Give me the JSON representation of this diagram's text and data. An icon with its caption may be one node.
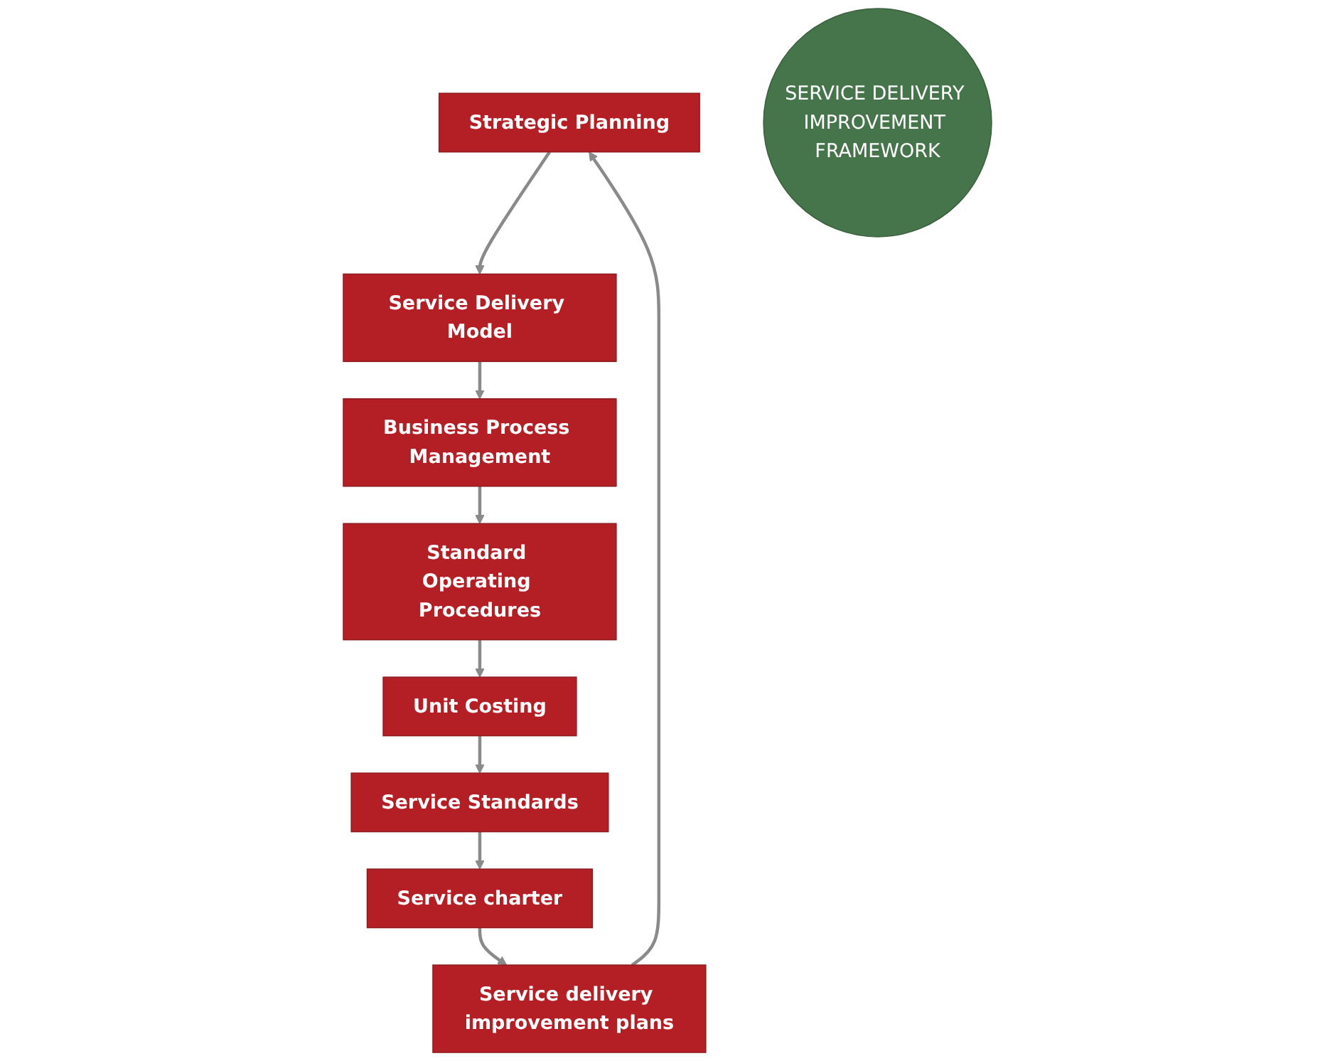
{
  "diagram": {
    "nodes": [
      {
        "text": [
          "Strategic Planning"
        ]
      },
      {
        "text": [
          "Service Delivery Model"
        ]
      },
      {
        "text": [
          "Business Process Management"
        ]
      },
      {
        "text": [
          "Standard Operating Procedures"
        ]
      },
      {
        "text": [
          "Unit Costing"
        ]
      },
      {
        "text": [
          "Service Standards"
        ]
      },
      {
        "text": [
          "Service charter"
        ]
      },
      {
        "text": [
          "Service delivery improvement plans"
        ]
      },
      {
        "text": [
          "SERVICE DELIVERY IMPROVEMENT FRAMEWORK"
        ]
      }
    ],
    "edges": [
      {
        "from": 0,
        "to": 1,
        "arrow": "to"
      },
      {
        "from": 1,
        "to": 2,
        "arrow": "to"
      },
      {
        "from": 2,
        "to": 3,
        "arrow": "to"
      },
      {
        "from": 3,
        "to": 4,
        "arrow": "to"
      },
      {
        "from": 4,
        "to": 5,
        "arrow": "to"
      },
      {
        "from": 5,
        "to": 6,
        "arrow": "to"
      },
      {
        "from": 6,
        "to": 7,
        "arrow": "to"
      },
      {
        "from": 7,
        "to": 0,
        "arrow": "to"
      }
    ]
  }
}
